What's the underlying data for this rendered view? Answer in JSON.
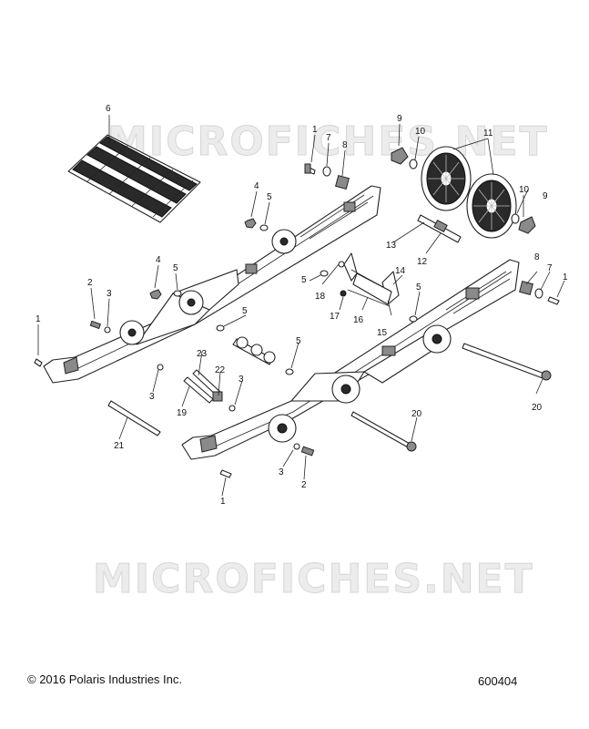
{
  "watermark_text": "MICROFICHES.NET",
  "copyright": "© 2016 Polaris Industries Inc.",
  "diagram_id": "600404",
  "callout_labels": {
    "c1a": "1",
    "c1b": "1",
    "c1c": "1",
    "c1d": "1",
    "c2a": "2",
    "c2b": "2",
    "c3a": "3",
    "c3b": "3",
    "c3c": "3",
    "c3d": "3",
    "c4a": "4",
    "c4b": "4",
    "c5a": "5",
    "c5b": "5",
    "c5c": "5",
    "c5d": "5",
    "c5e": "5",
    "c5f": "5",
    "c6": "6",
    "c7a": "7",
    "c7b": "7",
    "c8a": "8",
    "c8b": "8",
    "c9a": "9",
    "c9b": "9",
    "c10a": "10",
    "c10b": "10",
    "c11": "11",
    "c12": "12",
    "c13": "13",
    "c14": "14",
    "c15": "15",
    "c16": "16",
    "c17": "17",
    "c18": "18",
    "c19": "19",
    "c20a": "20",
    "c20b": "20",
    "c21": "21",
    "c22": "22",
    "c23": "23"
  }
}
